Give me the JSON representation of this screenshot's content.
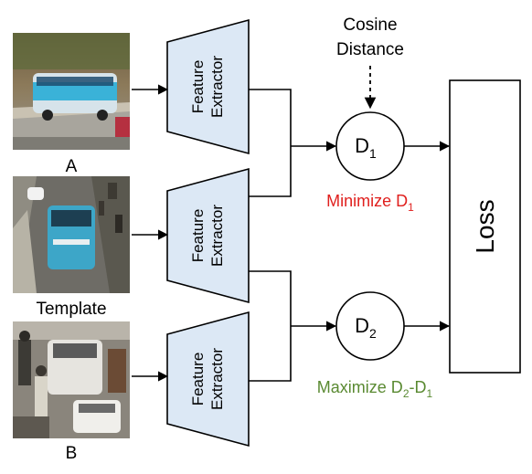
{
  "images": {
    "a": {
      "caption": "A"
    },
    "template": {
      "caption": "Template"
    },
    "b": {
      "caption": "B"
    }
  },
  "extractors": [
    {
      "line1": "Feature",
      "line2": "Extractor"
    },
    {
      "line1": "Feature",
      "line2": "Extractor"
    },
    {
      "line1": "Feature",
      "line2": "Extractor"
    }
  ],
  "distance_label": {
    "line1": "Cosine",
    "line2": "Distance"
  },
  "nodes": {
    "d1": {
      "main": "D",
      "sub": "1"
    },
    "d2": {
      "main": "D",
      "sub": "2"
    }
  },
  "loss_label": "Loss",
  "minimize": {
    "text": "Minimize D",
    "sub": "1",
    "color": "#e0201e"
  },
  "maximize": {
    "pre": "Maximize D",
    "sub1": "2",
    "mid": "-D",
    "sub2": "1",
    "color": "#5a8a32"
  },
  "colors": {
    "extractor_fill": "#dce8f5"
  }
}
